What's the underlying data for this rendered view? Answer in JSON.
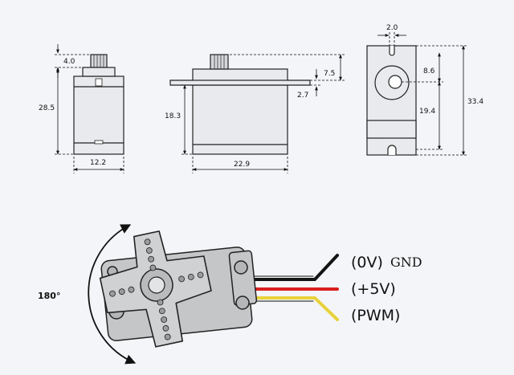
{
  "dimensions": {
    "side_top": "4.0",
    "side_height": "28.5",
    "side_width": "12.2",
    "front_body_height": "18.3",
    "front_width": "22.9",
    "front_top": "7.5",
    "front_flange": "2.7",
    "back_shaft": "2.0",
    "back_upper": "8.6",
    "back_lower": "19.4",
    "back_total": "33.4"
  },
  "rotation_label": "180°",
  "wires": [
    {
      "label": "(0V)",
      "suffix": "GND",
      "color": "#141414"
    },
    {
      "label": "(+5V)",
      "suffix": "",
      "color": "#d91f1f"
    },
    {
      "label": "(PWM)",
      "suffix": "",
      "color": "#e8d23a"
    }
  ],
  "colors": {
    "body_fill": "#e9eaee",
    "outline": "#222222",
    "servo_gray": "#c4c6c8",
    "horn_gray": "#cfd1d3"
  }
}
